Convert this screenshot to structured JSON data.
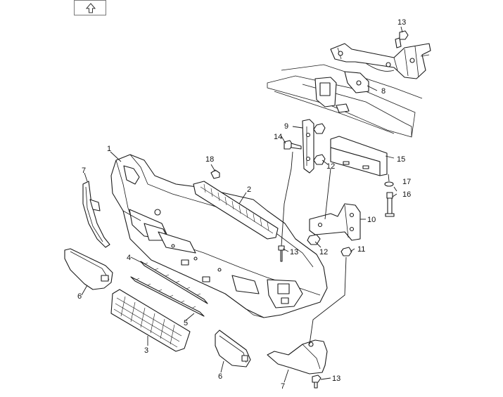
{
  "toolbar": {
    "up_icon": "arrow-up-icon"
  },
  "callouts": {
    "c1": "1",
    "c2": "2",
    "c3": "3",
    "c4": "4",
    "c5": "5",
    "c6a": "6",
    "c6b": "6",
    "c7a": "7",
    "c7b": "7",
    "c8": "8",
    "c9": "9",
    "c10": "10",
    "c11": "11",
    "c12a": "12",
    "c12b": "12",
    "c13a": "13",
    "c13b": "13",
    "c13c": "13",
    "c14": "14",
    "c15": "15",
    "c16": "16",
    "c17": "17",
    "c18": "18"
  }
}
